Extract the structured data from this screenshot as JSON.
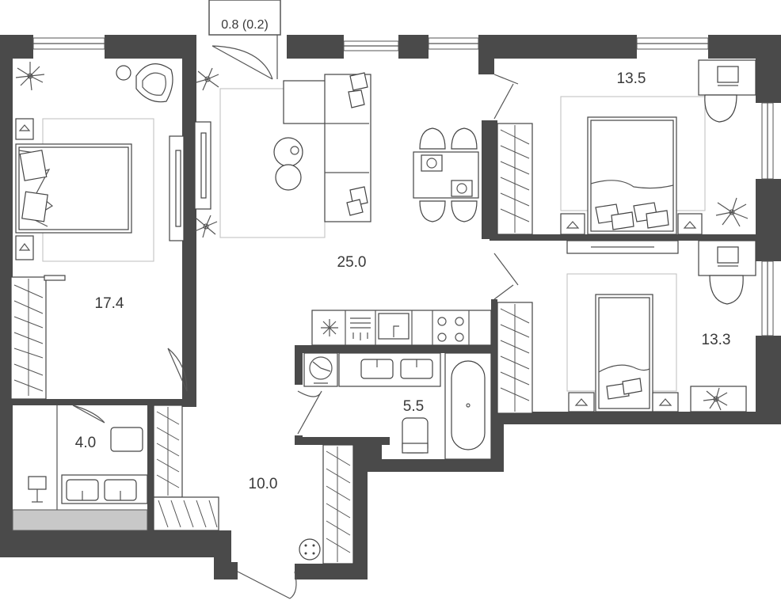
{
  "rooms": {
    "balcony": "0.8 (0.2)",
    "bedroom_left": "17.4",
    "living_room": "25.0",
    "bedroom_top_right": "13.5",
    "bedroom_bottom_right": "13.3",
    "bathroom": "5.5",
    "wc": "4.0",
    "hallway": "10.0"
  },
  "colors": {
    "wall": "#4a4a4a",
    "background": "#ffffff",
    "line": "#555555",
    "fill_gray": "#c8c8c8"
  },
  "icons": [
    "plant-icon",
    "armchair-icon",
    "bed-icon",
    "sofa-icon",
    "dining-set-icon",
    "desk-icon",
    "laptop-icon",
    "chair-icon",
    "wardrobe-icon",
    "fridge-icon",
    "stove-icon",
    "sink-icon",
    "washing-machine-icon",
    "bathtub-icon",
    "toilet-icon",
    "door-icon",
    "window-icon"
  ]
}
